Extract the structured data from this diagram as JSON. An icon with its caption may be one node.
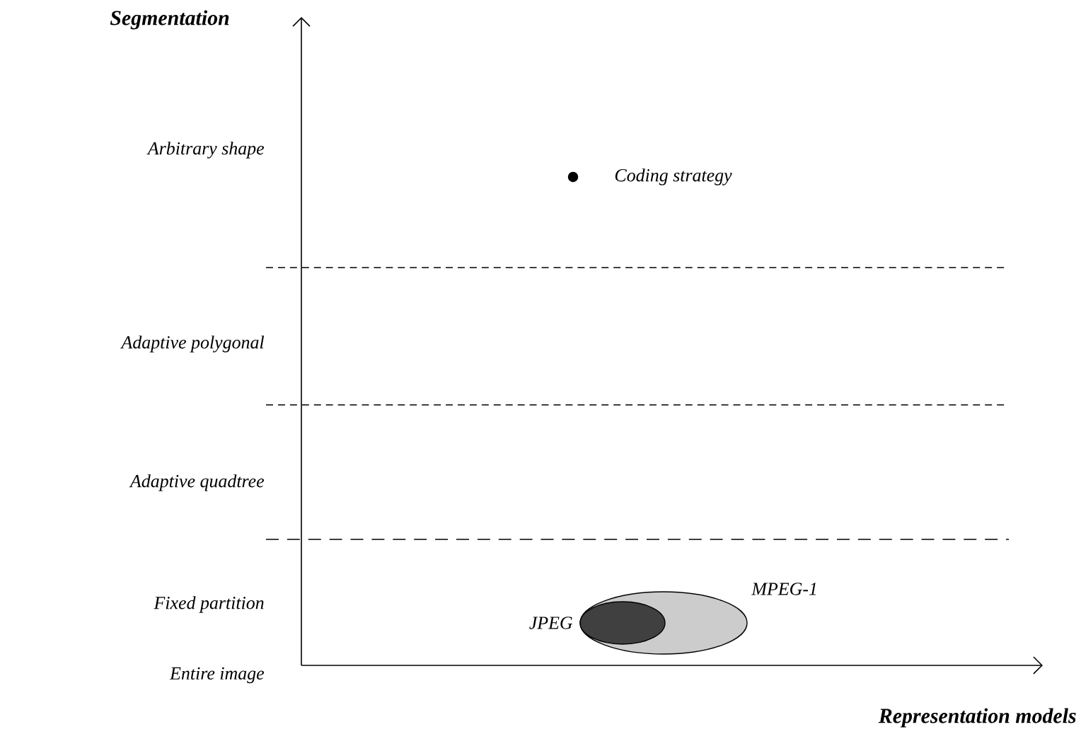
{
  "diagram": {
    "nodes": [
      {
        "text": [
          "MPEG-1"
        ]
      },
      {
        "text": [
          "JPEG"
        ],
        "in": 0
      }
    ],
    "edges": [],
    "labels": [
      "Segmentation",
      "Arbitrary shape",
      "Adaptive polygonal",
      "Adaptive quadtree",
      "Fixed partition",
      "Entire image",
      "Representation models"
    ],
    "legend": [
      {
        "text": "Coding strategy"
      }
    ]
  }
}
